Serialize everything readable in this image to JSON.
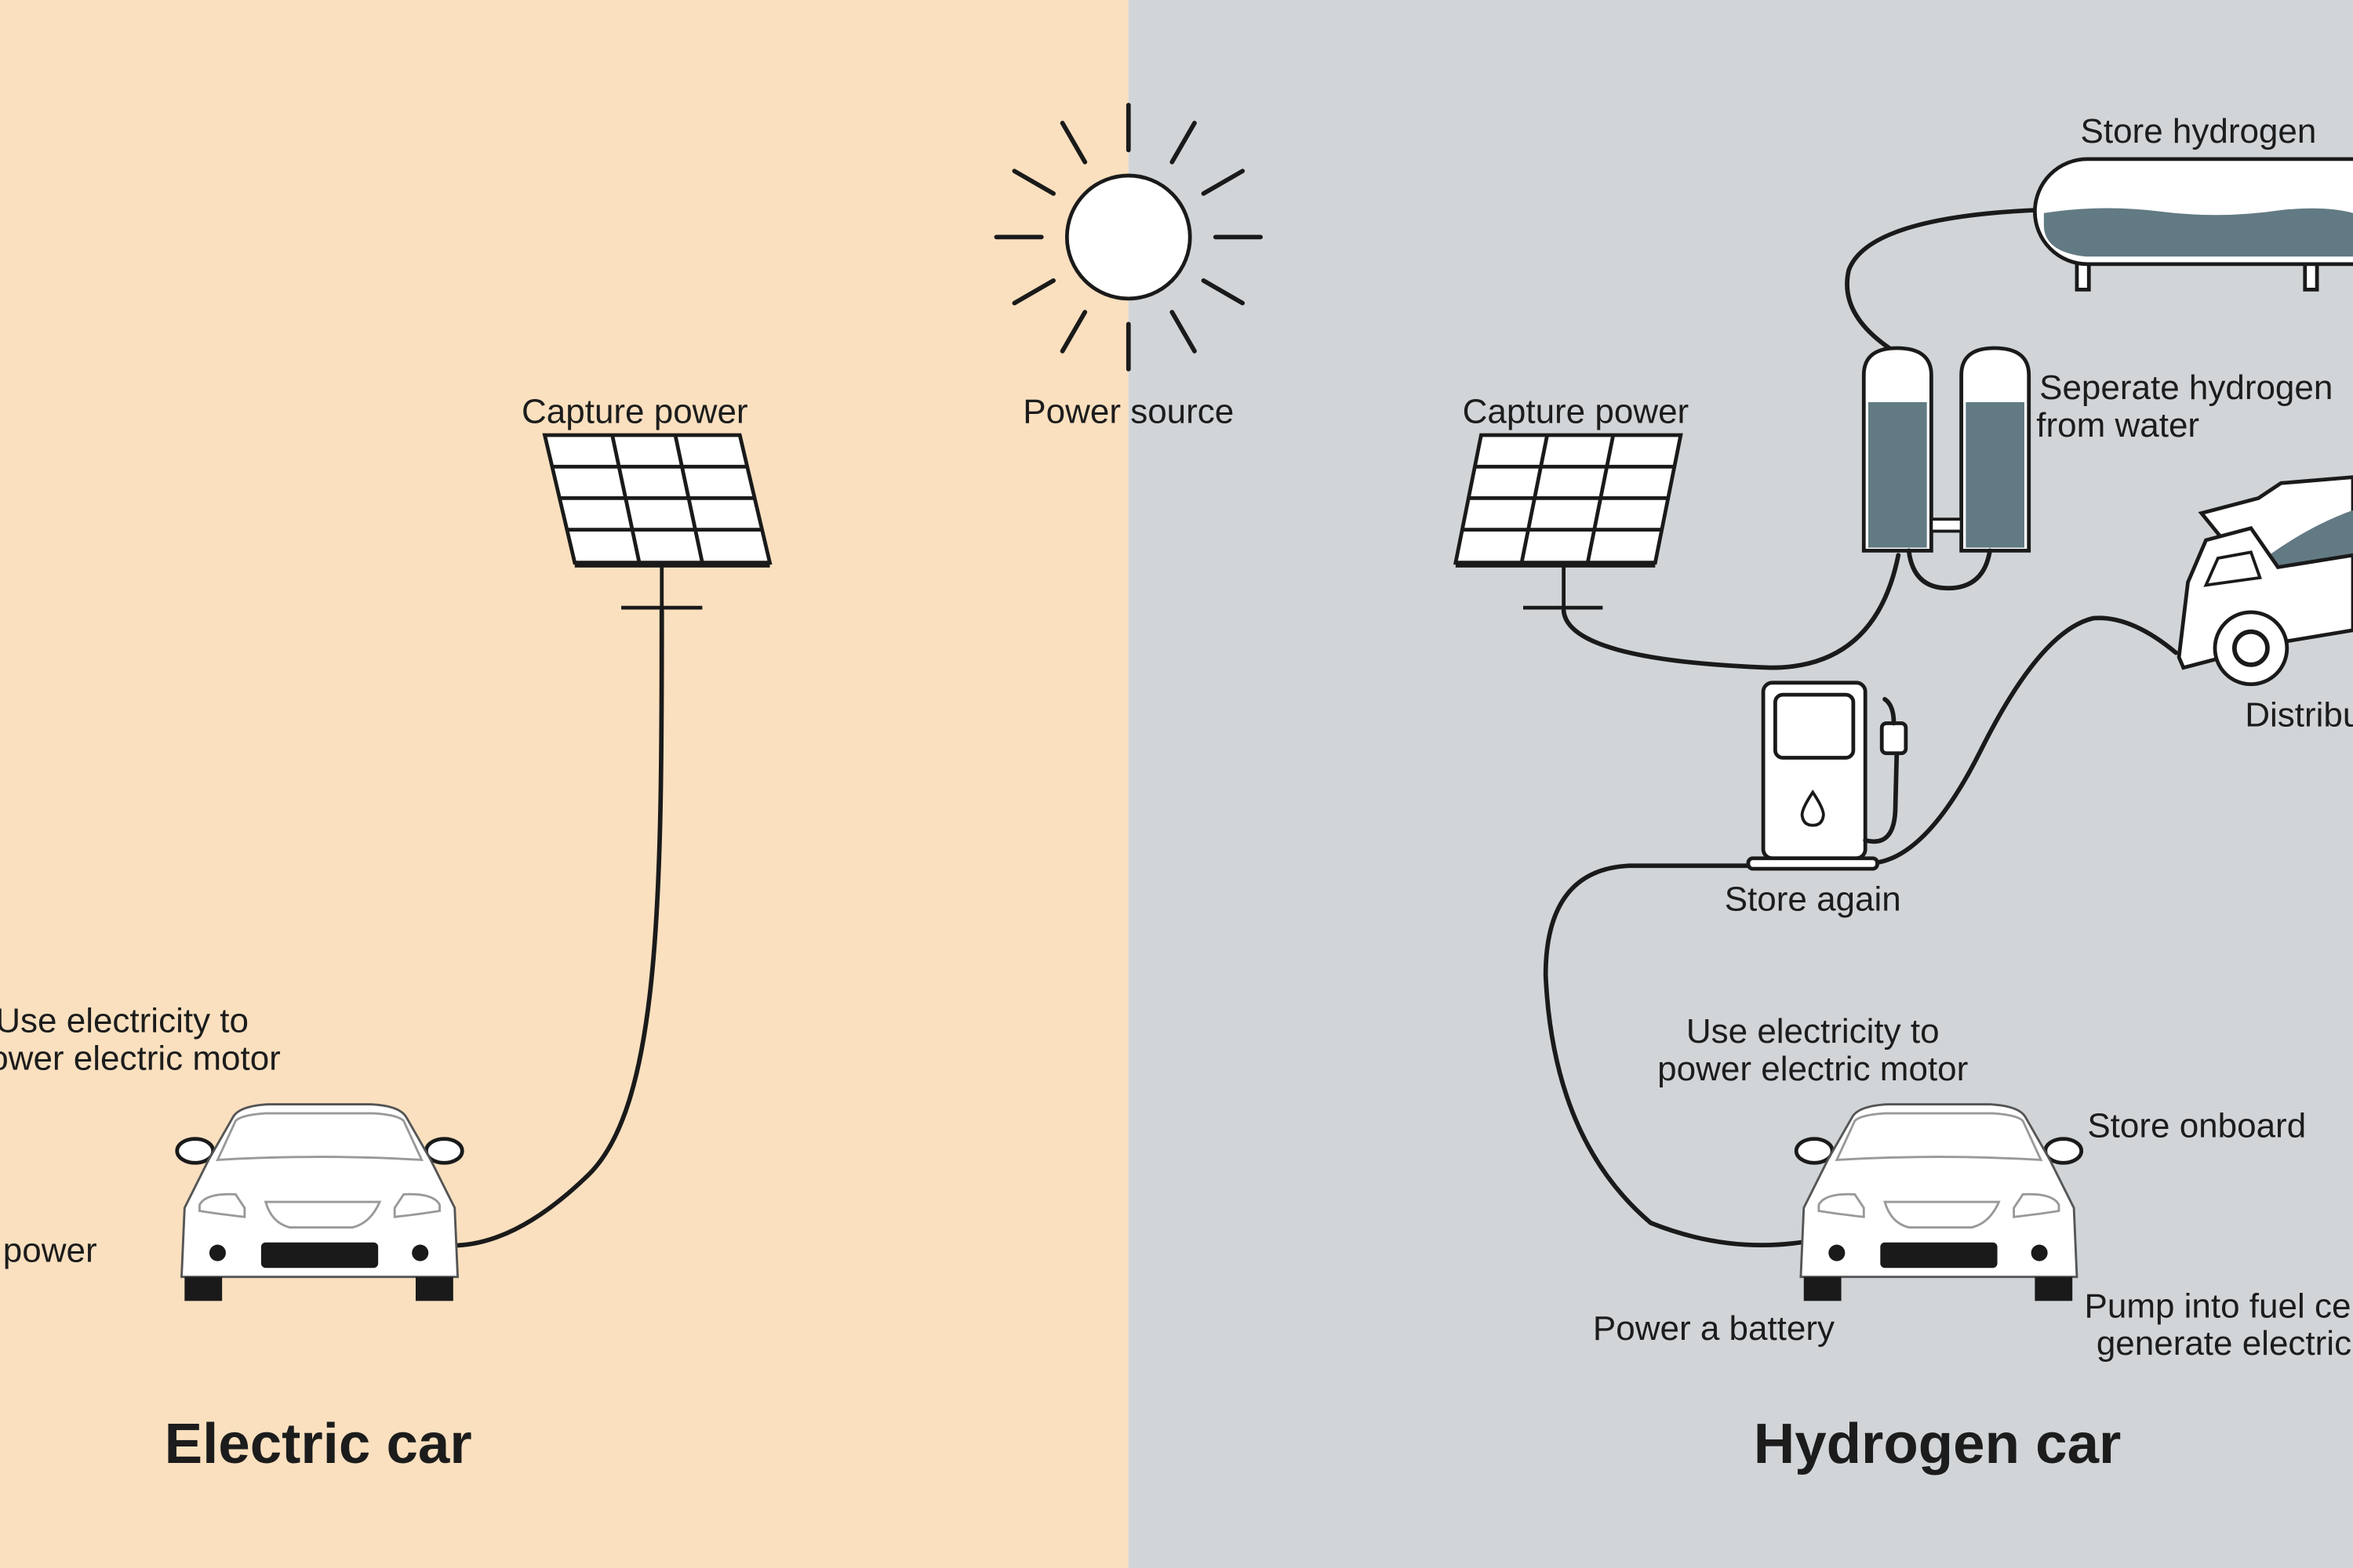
{
  "colors": {
    "electric_bg": "#fae0bf",
    "hydrogen_bg": "#d1d5d8",
    "liquid": "#627a83",
    "line": "#1a1a1a"
  },
  "center": {
    "power_source": "Power source",
    "icon": "sun-icon"
  },
  "electric": {
    "title": "Electric car",
    "capture": "Capture power",
    "use_line1": "Use electricity to",
    "use_line2": "power electric motor",
    "store": "power"
  },
  "hydrogen": {
    "title": "Hydrogen car",
    "capture": "Capture power",
    "store_hydrogen": "Store hydrogen",
    "separate_line1": "Seperate hydrogen",
    "separate_line2": "from water",
    "distribute": "Distribute",
    "store_again": "Store again",
    "use_line1": "Use electricity to",
    "use_line2": "power electric motor",
    "store_onboard": "Store onboard",
    "power_battery": "Power a battery",
    "pump_line1": "Pump into fuel cell to",
    "pump_line2": "generate electricity"
  }
}
